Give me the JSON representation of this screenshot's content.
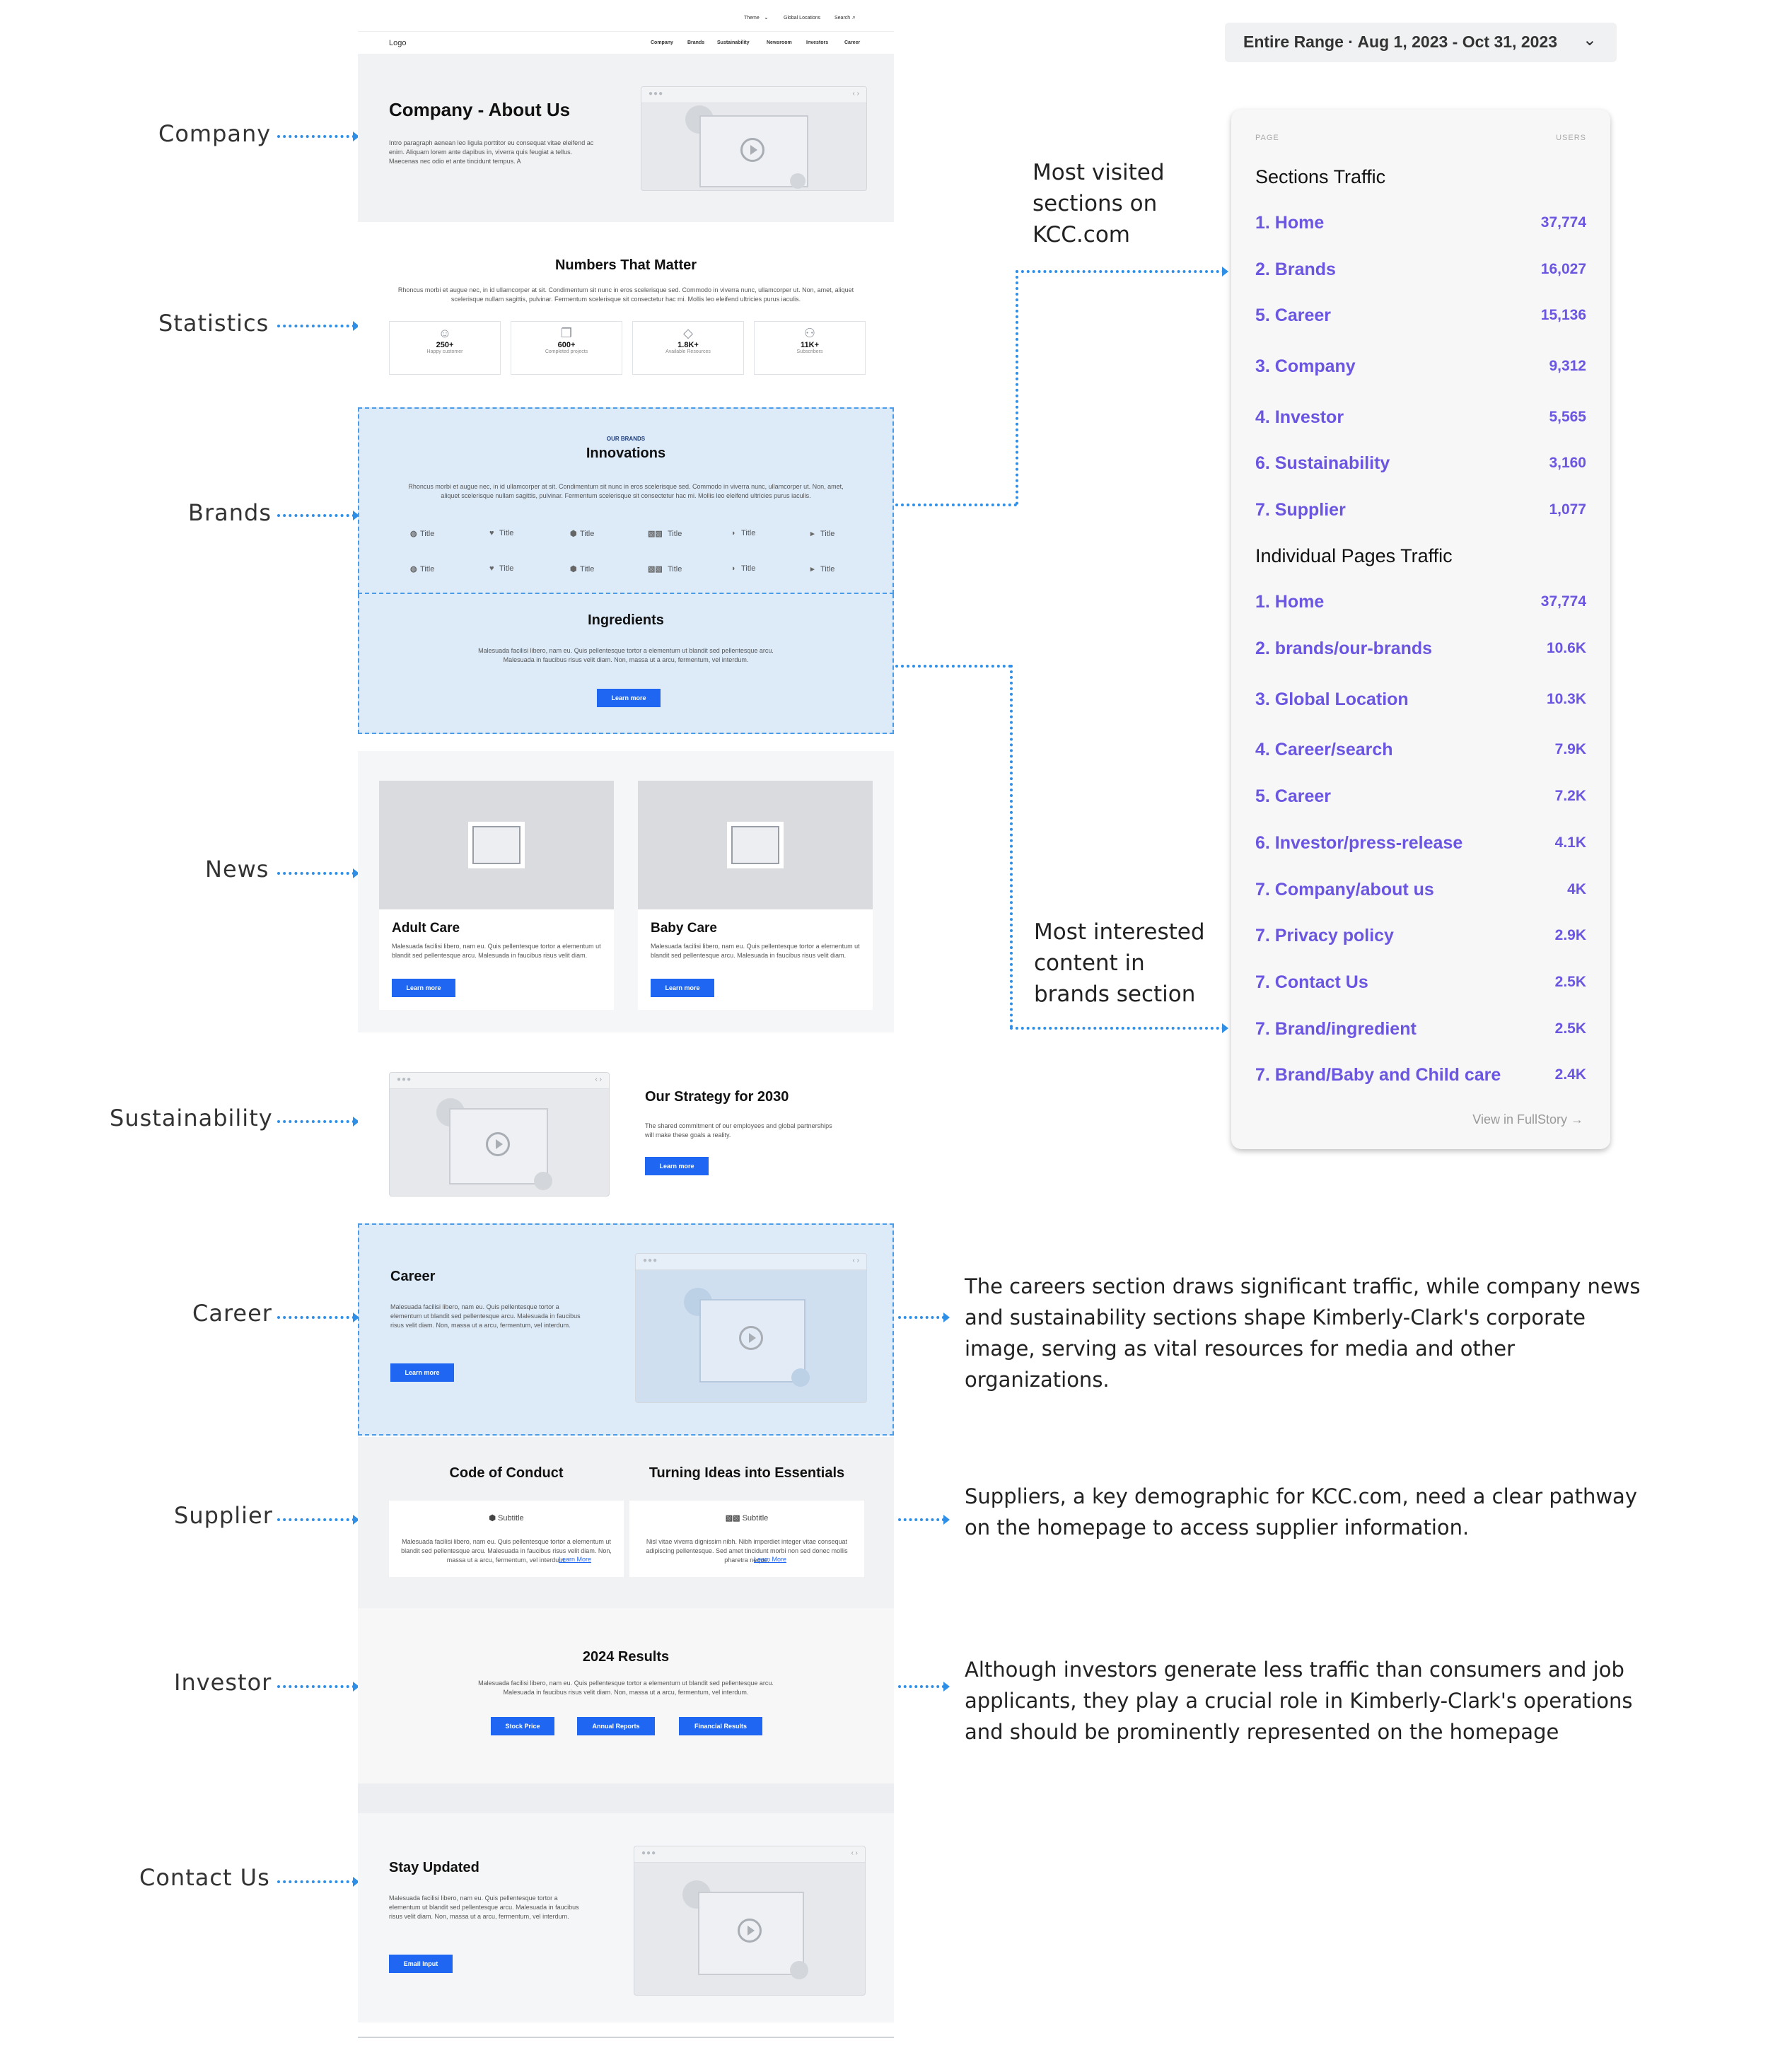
{
  "date_range": "Entire Range · Aug 1, 2023 - Oct 31, 2023",
  "section_labels": [
    "Company",
    "Statistics",
    "Brands",
    "News",
    "Sustainability",
    "Career",
    "Supplier",
    "Investor",
    "Contact Us"
  ],
  "wireframe": {
    "topbar": {
      "theme": "Theme",
      "global_locations": "Global Locations",
      "search": "Search"
    },
    "logo": "Logo",
    "nav": [
      "Company",
      "Brands",
      "Sustainability",
      "Newsroom",
      "Investors",
      "Career"
    ],
    "hero": {
      "title": "Company - About Us",
      "body": "Intro paragraph aenean leo ligula porttitor eu consequat vitae eleifend ac enim. Aliquam lorem ante dapibus in, viverra quis feugiat a tellus. Maecenas nec odio et ante tincidunt tempus. A"
    },
    "stats": {
      "title": "Numbers That Matter",
      "body": "Rhoncus morbi et augue nec, in id ullamcorper at sit. Condimentum sit nunc in eros scelerisque sed. Commodo in viverra nunc, ullamcorper ut. Non, amet, aliquet scelerisque nullam sagittis, pulvinar. Fermentum scelerisque sit consectetur hac mi. Mollis leo eleifend ultricies purus iaculis.",
      "items": [
        {
          "num": "250+",
          "label": "Happy customer"
        },
        {
          "num": "600+",
          "label": "Completed projects"
        },
        {
          "num": "1.8K+",
          "label": "Available Resources"
        },
        {
          "num": "11K+",
          "label": "Subscribers"
        }
      ]
    },
    "brands": {
      "eyebrow": "OUR BRANDS",
      "title": "Innovations",
      "body": "Rhoncus morbi et augue nec, in id ullamcorper at sit. Condimentum sit nunc in eros scelerisque sed. Commodo in viverra nunc, ullamcorper ut. Non, amet, aliquet scelerisque nullam sagittis, pulvinar. Fermentum scelerisque sit consectetur hac mi. Mollis leo eleifend ultricies purus iaculis.",
      "item_label": "Title"
    },
    "ingredients": {
      "title": "Ingredients",
      "body": "Malesuada facilisi libero, nam eu. Quis pellentesque tortor a elementum ut blandit sed pellentesque arcu. Malesuada in faucibus risus velit diam. Non, massa ut a arcu, fermentum, vel interdum.",
      "button": "Learn more"
    },
    "news": [
      {
        "title": "Adult Care",
        "body": "Malesuada facilisi libero, nam eu. Quis pellentesque tortor a elementum ut blandit sed pellentesque arcu. Malesuada in faucibus risus velit diam.",
        "button": "Learn more"
      },
      {
        "title": "Baby Care",
        "body": "Malesuada facilisi libero, nam eu. Quis pellentesque tortor a elementum ut blandit sed pellentesque arcu. Malesuada in faucibus risus velit diam.",
        "button": "Learn more"
      }
    ],
    "sustainability": {
      "title": "Our Strategy for 2030",
      "body": "The shared commitment of our employees and global partnerships will make these goals a reality.",
      "button": "Learn more"
    },
    "career": {
      "title": "Career",
      "body": "Malesuada facilisi libero, nam eu. Quis pellentesque tortor a elementum ut blandit sed pellentesque arcu. Malesuada in faucibus risus velit diam. Non, massa ut a arcu, fermentum, vel interdum.",
      "button": "Learn more"
    },
    "supplier": {
      "col1_title": "Code of Conduct",
      "col2_title": "Turning Ideas into Essentials",
      "subtitle": "Subtitle",
      "col1_body": "Malesuada facilisi libero, nam eu. Quis pellentesque tortor a elementum ut blandit sed pellentesque arcu. Malesuada in faucibus risus velit diam. Non, massa ut a arcu, fermentum, vel interdum.",
      "col2_body": "Nisl vitae viverra dignissim nibh. Nibh imperdiet integer vitae consequat adipiscing pellentesque. Sed amet tincidunt morbi non sed donec mollis pharetra neque.",
      "link": "Learn More"
    },
    "investor": {
      "title": "2024 Results",
      "body": "Malesuada facilisi libero, nam eu. Quis pellentesque tortor a elementum ut blandit sed pellentesque arcu. Malesuada in faucibus risus velit diam. Non, massa ut a arcu, fermentum, vel interdum.",
      "buttons": [
        "Stock Price",
        "Annual Reports",
        "Financial Results"
      ]
    },
    "contact": {
      "title": "Stay Updated",
      "body": "Malesuada facilisi libero, nam eu. Quis pellentesque tortor a elementum ut blandit sed pellentesque arcu. Malesuada in faucibus risus velit diam. Non, massa ut a arcu, fermentum, vel interdum.",
      "button": "Email Input"
    }
  },
  "traffic_panel": {
    "col_page": "PAGE",
    "col_users": "USERS",
    "sections_title": "Sections Traffic",
    "sections": [
      {
        "name": "1. Home",
        "users": "37,774"
      },
      {
        "name": "2. Brands",
        "users": "16,027"
      },
      {
        "name": "5. Career",
        "users": "15,136"
      },
      {
        "name": "3. Company",
        "users": "9,312"
      },
      {
        "name": "4. Investor",
        "users": "5,565"
      },
      {
        "name": "6. Sustainability",
        "users": "3,160"
      },
      {
        "name": "7. Supplier",
        "users": "1,077"
      }
    ],
    "pages_title": "Individual Pages Traffic",
    "pages": [
      {
        "name": "1. Home",
        "users": "37,774"
      },
      {
        "name": "2. brands/our-brands",
        "users": "10.6K"
      },
      {
        "name": "3. Global Location",
        "users": "10.3K"
      },
      {
        "name": "4. Career/search",
        "users": "7.9K"
      },
      {
        "name": "5. Career",
        "users": "7.2K"
      },
      {
        "name": "6. Investor/press-release",
        "users": "4.1K"
      },
      {
        "name": "7. Company/about us",
        "users": "4K"
      },
      {
        "name": "7. Privacy policy",
        "users": "2.9K"
      },
      {
        "name": "7. Contact Us",
        "users": "2.5K"
      },
      {
        "name": "7. Brand/ingredient",
        "users": "2.5K"
      },
      {
        "name": "7. Brand/Baby and Child care",
        "users": "2.4K"
      }
    ],
    "footer_link": "View in FullStory →"
  },
  "annotations": {
    "most_visited": "Most visited sections on KCC.com",
    "most_interested": "Most interested content in brands section",
    "career_note": "The careers section draws significant traffic, while company news and sustainability sections shape Kimberly-Clark's corporate image, serving as vital resources for media and other organizations.",
    "supplier_note": "Suppliers, a key demographic for KCC.com, need a clear pathway on the homepage to access supplier information.",
    "investor_note": "Although investors generate less traffic than consumers and job applicants, they play a crucial role in Kimberly-Clark's operations and should be prominently represented on the homepage"
  },
  "colors": {
    "accent": "#1f66f2",
    "annotation": "#2f8fe6",
    "highlight_bg": "#ddebf9",
    "panel_link": "#6a56e0"
  }
}
